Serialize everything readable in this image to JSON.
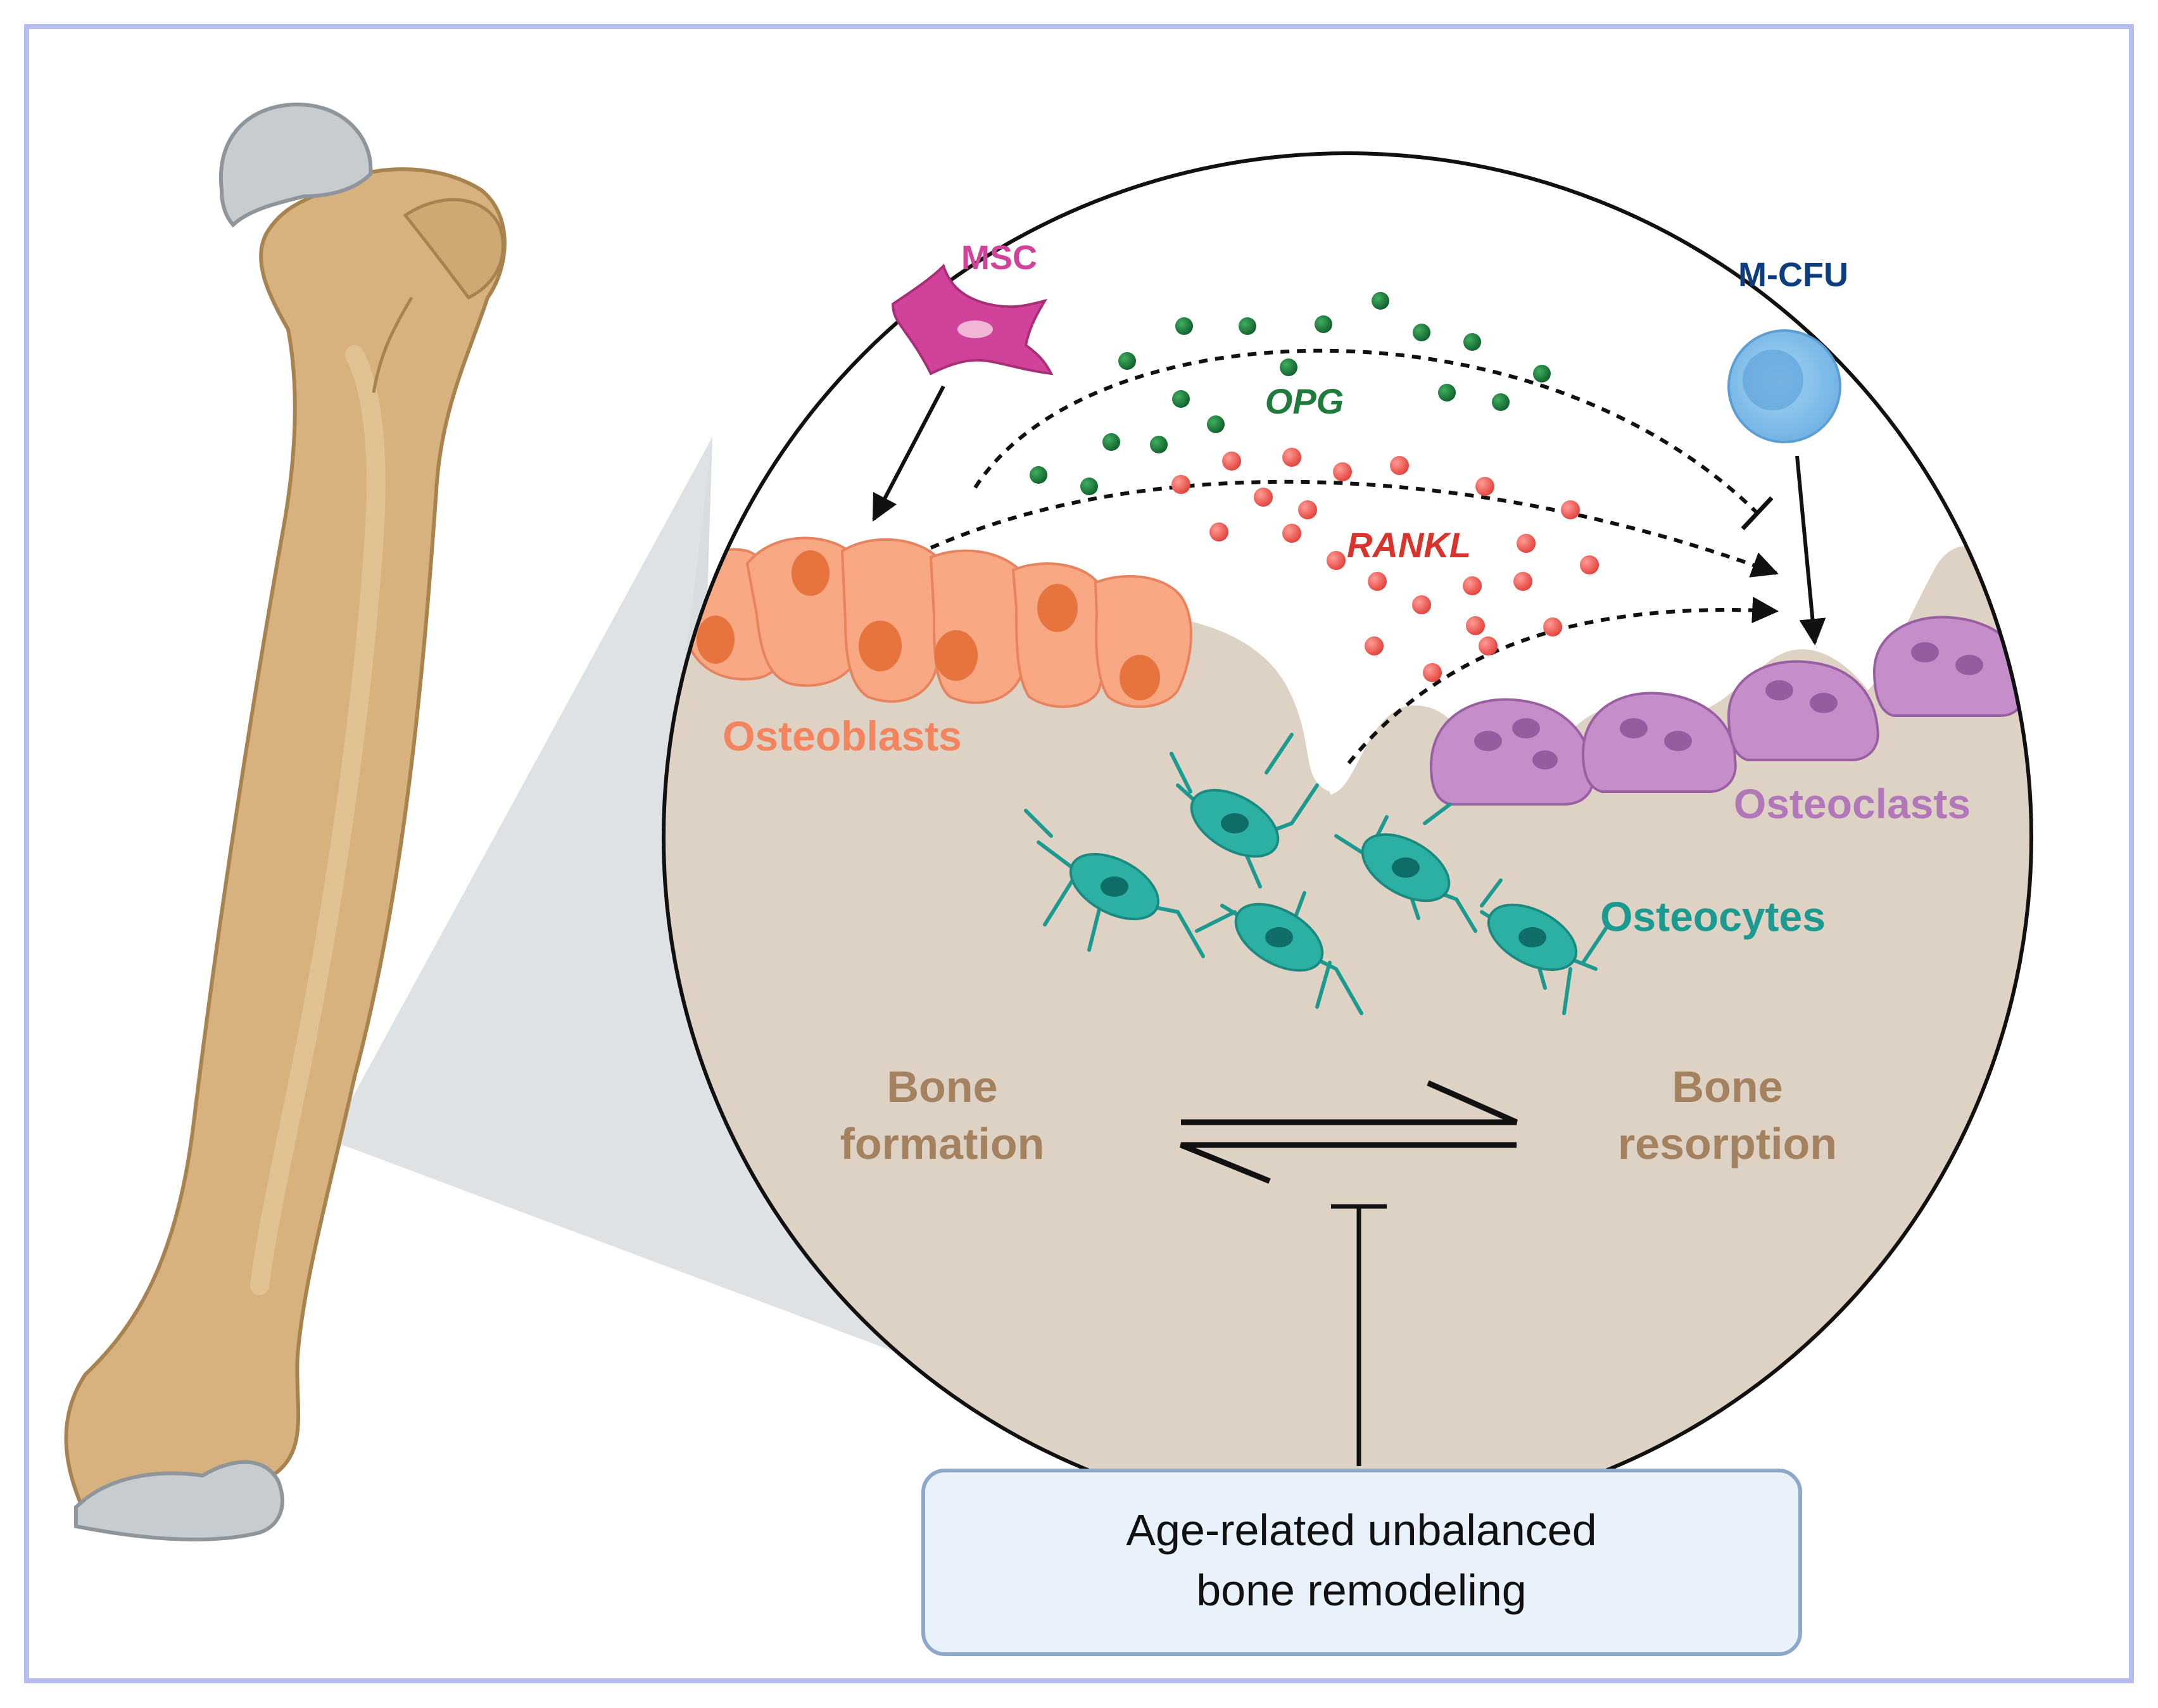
{
  "labels": {
    "msc": "MSC",
    "mcfu": "M-CFU",
    "opg": "OPG",
    "rankl": "RANKL",
    "osteoblasts": "Osteoblasts",
    "osteoclasts": "Osteoclasts",
    "osteocytes": "Osteocytes",
    "bone_formation_line1": "Bone",
    "bone_formation_line2": "formation",
    "bone_resorption_line1": "Bone",
    "bone_resorption_line2": "resorption"
  },
  "caption": {
    "line1": "Age-related unbalanced",
    "line2": "bone remodeling"
  },
  "colors": {
    "frame": "#b7bdf0",
    "bone": "#d7b27f",
    "bone_dark": "#a9834f",
    "cartilage": "#c7ccd1",
    "matrix": "#ddd2c4",
    "msc": "#d1439a",
    "mcfu": "#0c3d7e",
    "opg": "#1f7a3c",
    "rankl": "#d8342c",
    "osteoblast": "#f3845d",
    "osteoclast": "#b177b8",
    "osteocyte": "#1c9a8f",
    "bone_text": "#a48260",
    "caption_bg": "#e9f2fb",
    "caption_border": "#8ea8cc"
  }
}
